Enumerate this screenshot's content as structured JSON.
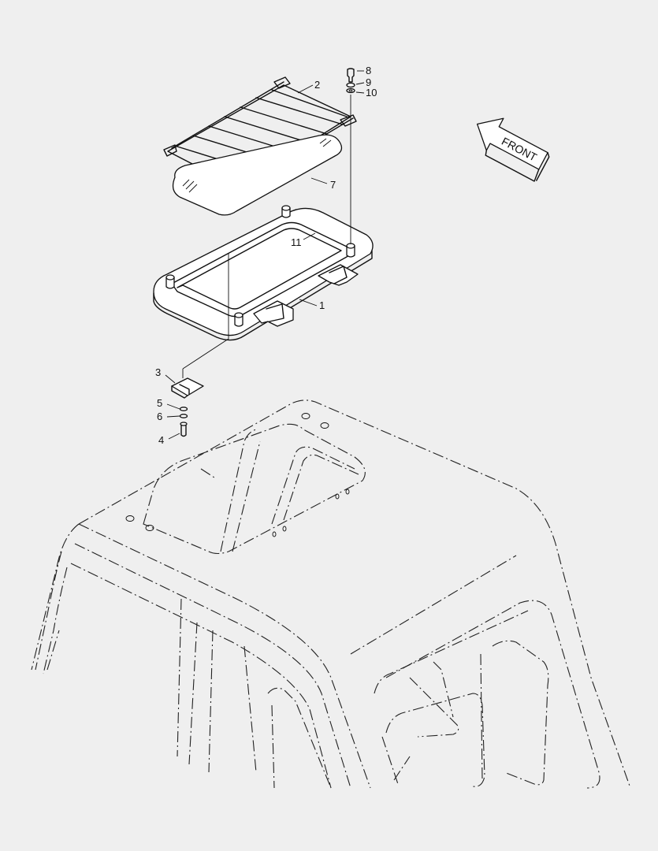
{
  "diagram": {
    "direction_label": "FRONT",
    "callouts": [
      {
        "id": "1",
        "label": "1"
      },
      {
        "id": "2",
        "label": "2"
      },
      {
        "id": "3",
        "label": "3"
      },
      {
        "id": "4",
        "label": "4"
      },
      {
        "id": "5",
        "label": "5"
      },
      {
        "id": "6",
        "label": "6"
      },
      {
        "id": "7",
        "label": "7"
      },
      {
        "id": "8",
        "label": "8"
      },
      {
        "id": "9",
        "label": "9"
      },
      {
        "id": "10",
        "label": "10"
      },
      {
        "id": "11",
        "label": "11"
      }
    ]
  }
}
